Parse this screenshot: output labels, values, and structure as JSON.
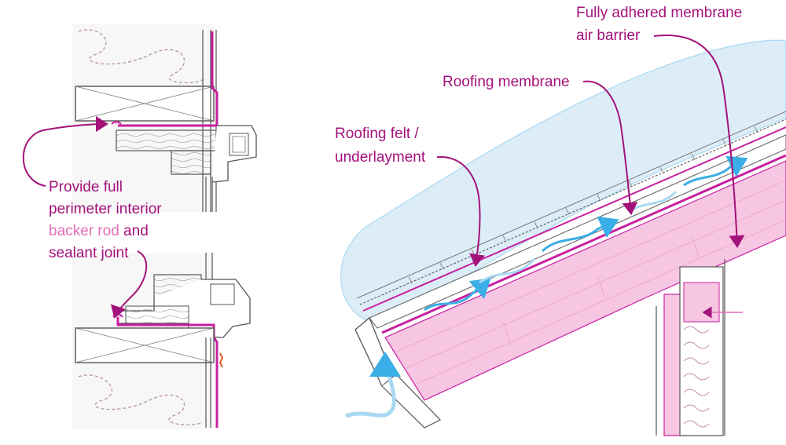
{
  "labels": {
    "detail_callout": {
      "line1": "Provide full",
      "line2": "perimeter interior",
      "line3_highlight": "backer rod",
      "line3_rest": " and",
      "line4": "sealant joint"
    },
    "air_barrier": {
      "line1": "Fully adhered membrane",
      "line2": "air barrier"
    },
    "roofing_membrane": "Roofing membrane",
    "roofing_felt": {
      "line1": "Roofing felt /",
      "line2": "underlayment"
    }
  },
  "colors": {
    "label_text": "#a3127a",
    "label_highlight": "#e46cb8",
    "membrane_line": "#c81fa0",
    "insulation_fill": "#f6c6e2",
    "sky_fill": "#dcedf8",
    "airflow_arrow": "#3aaee6",
    "airflow_light": "#a9d8f2",
    "linework": "#5a5a5a"
  }
}
